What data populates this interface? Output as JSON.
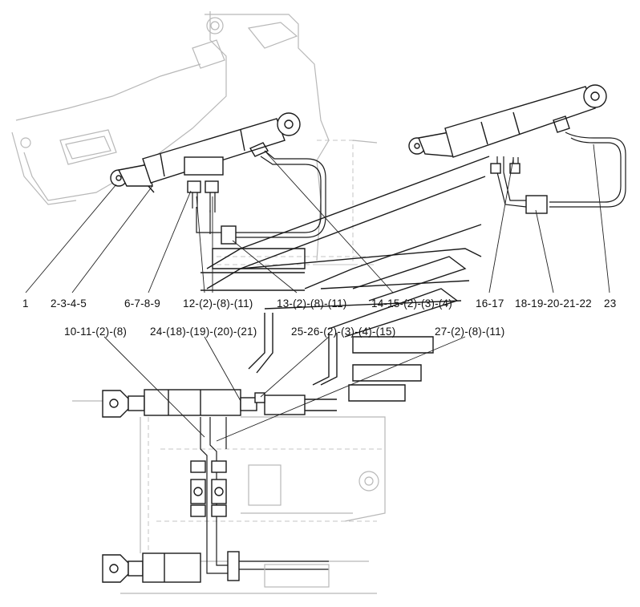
{
  "diagram": {
    "callouts": [
      {
        "id": "c1",
        "text": "1"
      },
      {
        "id": "c2",
        "text": "2-3-4-5"
      },
      {
        "id": "c3",
        "text": "6-7-8-9"
      },
      {
        "id": "c4",
        "text": "12-(2)-(8)-(11)"
      },
      {
        "id": "c5",
        "text": "13-(2)-(8)-(11)"
      },
      {
        "id": "c6",
        "text": "14-15-(2)-(3)-(4)"
      },
      {
        "id": "c7",
        "text": "16-17"
      },
      {
        "id": "c8",
        "text": "18-19-20-21-22"
      },
      {
        "id": "c9",
        "text": "23"
      },
      {
        "id": "c10",
        "text": "10-11-(2)-(8)"
      },
      {
        "id": "c11",
        "text": "24-(18)-(19)-(20)-(21)"
      },
      {
        "id": "c12",
        "text": "25-26-(2)-(3)-(4)-(15)"
      },
      {
        "id": "c13",
        "text": "27-(2)-(8)-(11)"
      }
    ]
  }
}
